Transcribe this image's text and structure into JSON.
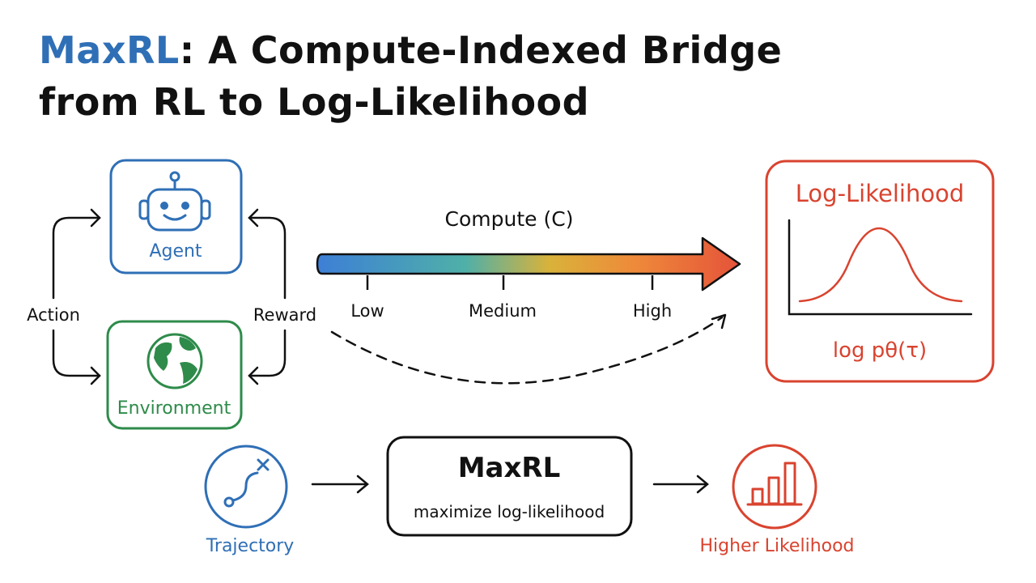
{
  "title": {
    "accent": "MaxRL",
    "rest_line1": ": A Compute-Indexed Bridge",
    "line2": "from RL to Log-Likelihood"
  },
  "loop": {
    "agent_label": "Agent",
    "environment_label": "Environment",
    "action_label": "Action",
    "reward_label": "Reward"
  },
  "compute": {
    "label": "Compute (C)",
    "ticks": [
      "Low",
      "Medium",
      "High"
    ]
  },
  "loglik_panel": {
    "title": "Log-Likelihood",
    "formula": "log pθ(τ)"
  },
  "pipeline": {
    "trajectory_label": "Trajectory",
    "maxrl_title": "MaxRL",
    "maxrl_subtitle": "maximize log-likelihood",
    "output_label": "Higher Likelihood"
  },
  "colors": {
    "blue": "#2f6fb6",
    "green": "#2e8b4a",
    "red": "#d9432f",
    "black": "#111111"
  },
  "icons": {
    "agent": "robot-icon",
    "environment": "globe-icon",
    "trajectory": "trajectory-path-icon",
    "output": "bar-chart-icon"
  }
}
